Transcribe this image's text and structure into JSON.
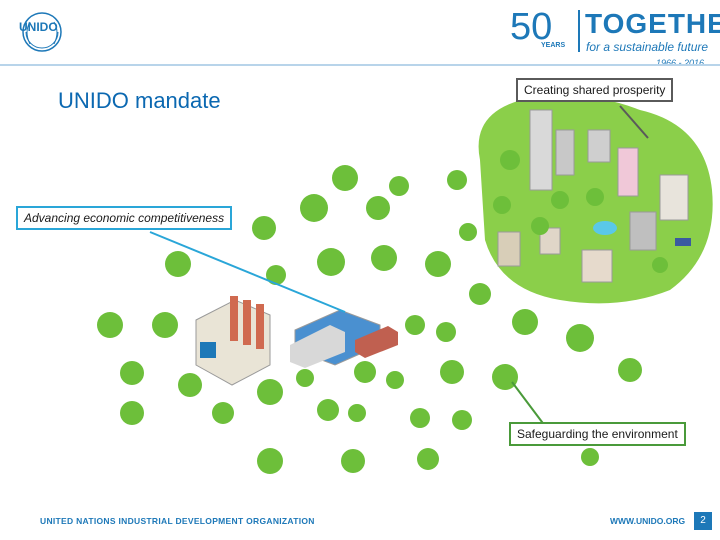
{
  "header": {
    "org_logo_text": "UNIDO",
    "anniversary": {
      "number": "50",
      "years_label": "YEARS",
      "title": "TOGETHER",
      "subtitle": "for a sustainable future",
      "years_range": "1966 - 2016"
    }
  },
  "slide": {
    "title": "UNIDO mandate"
  },
  "callouts": {
    "prosperity": "Creating shared prosperity",
    "competitiveness": "Advancing economic competitiveness",
    "environment": "Safeguarding the environment"
  },
  "footer": {
    "organization": "UNITED NATIONS INDUSTRIAL DEVELOPMENT ORGANIZATION",
    "website": "WWW.UNIDO.ORG",
    "page_number": "2"
  },
  "colors": {
    "brand_blue": "#1d78b8",
    "tree_green": "#6dbf3a",
    "city_green": "#8bcf4a"
  }
}
